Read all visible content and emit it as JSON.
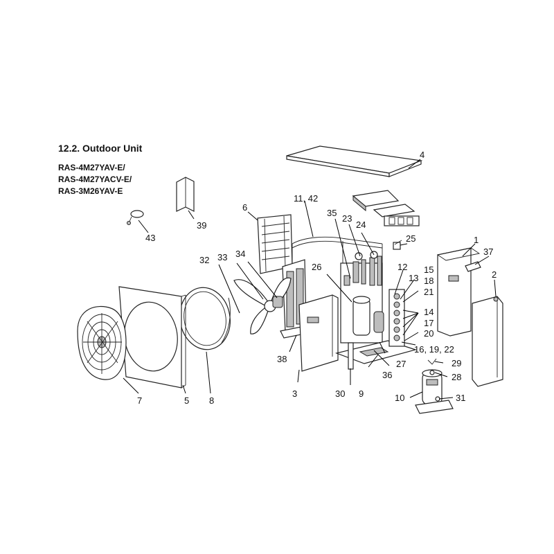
{
  "section_title": "12.2.  Outdoor Unit",
  "models": [
    "RAS-4M27YAV-E/",
    "RAS-4M27YACV-E/",
    "RAS-3M26YAV-E"
  ],
  "callouts": {
    "c1": "1",
    "c2": "2",
    "c3": "3",
    "c4": "4",
    "c5": "5",
    "c6": "6",
    "c7": "7",
    "c8": "8",
    "c9": "9",
    "c10": "10",
    "c1142": "11, 42",
    "c12": "12",
    "c13": "13",
    "c14": "14",
    "c15": "15",
    "c161922": "16, 19, 22",
    "c17": "17",
    "c18": "18",
    "c20": "20",
    "c21": "21",
    "c23": "23",
    "c24": "24",
    "c25": "25",
    "c26": "26",
    "c27": "27",
    "c28": "28",
    "c29": "29",
    "c30": "30",
    "c31": "31",
    "c32": "32",
    "c33": "33",
    "c34": "34",
    "c35": "35",
    "c36": "36",
    "c37": "37",
    "c38": "38",
    "c39": "39",
    "c43": "43"
  }
}
